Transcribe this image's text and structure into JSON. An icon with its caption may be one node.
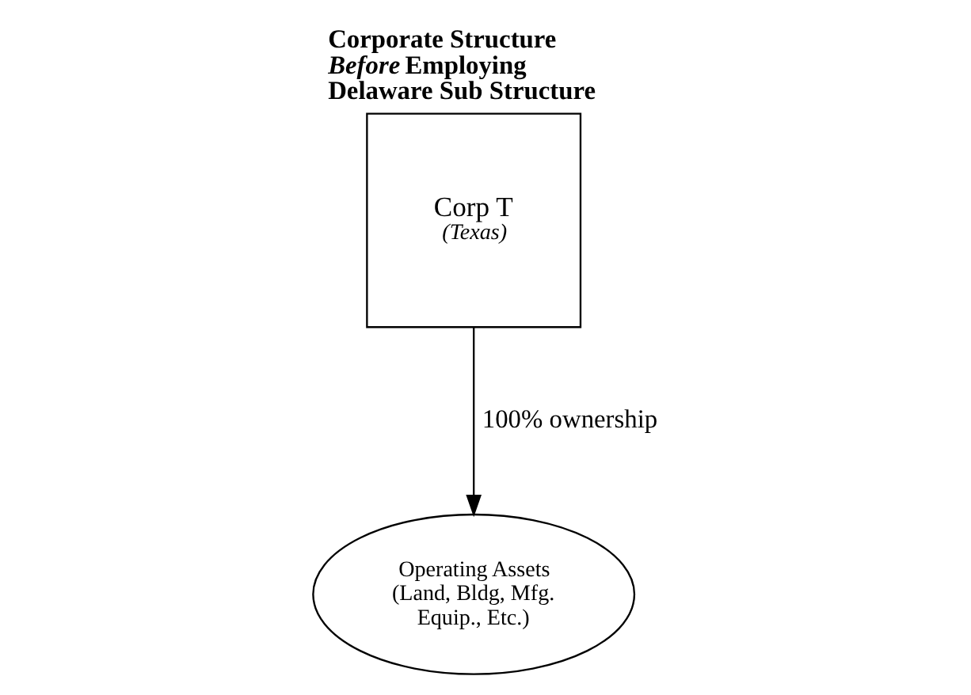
{
  "diagram": {
    "title": "Corporate Structure *Before* Employing Delaware Sub Structure",
    "nodes": [
      {
        "text": [
          "Corp T",
          "(Texas)"
        ]
      },
      {
        "text": [
          "Operating Assets (Land, Bldg, Mfg. Equip., Etc.)"
        ]
      }
    ],
    "edges": [
      {
        "from": 0,
        "to": 1,
        "arrow": "to",
        "label": "100% ownership"
      }
    ]
  }
}
